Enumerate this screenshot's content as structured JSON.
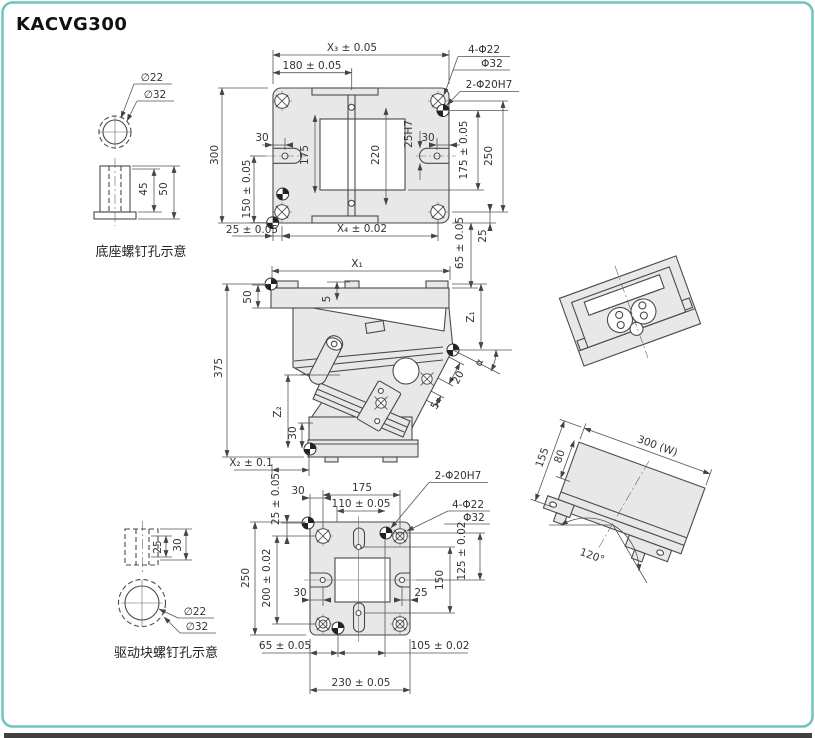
{
  "title": "KACVG300",
  "base_hole_detail": {
    "d22": "∅22",
    "d32": "∅32",
    "h45": "45",
    "h50": "50",
    "caption": "底座螺钉孔示意"
  },
  "top": {
    "x3": "X₃ ± 0.05",
    "w180": "180 ± 0.05",
    "c4": "4-Φ22",
    "c4b": "Φ32",
    "c2": "2-Φ20H7",
    "s30l": "30",
    "ih": "175",
    "iw": "220",
    "sr": "25H7",
    "s30r": "30",
    "r175": "175 ± 0.05",
    "r250": "250",
    "l150": "150 ± 0.05",
    "l300": "300",
    "b25": "25 ± 0.05",
    "x4": "X₄ ± 0.02",
    "e65": "65 ± 0.05",
    "e25": "25"
  },
  "front": {
    "x1": "X₁",
    "h50": "50",
    "g5": "5",
    "h375": "375",
    "z1": "Z₁",
    "a": "α",
    "f20": "20",
    "f5": "5",
    "z2": "Z₂",
    "b30": "30",
    "x2": "X₂ ± 0.1"
  },
  "bottom": {
    "v25": "25 ± 0.05",
    "t30": "30",
    "t175": "175",
    "t110": "110 ± 0.05",
    "c2": "2-Φ20H7",
    "c4": "4-Φ22",
    "c4b": "Φ32",
    "l250": "250",
    "l200": "200 ± 0.02",
    "m30": "30",
    "r150": "150",
    "r125": "125 ± 0.02",
    "m25": "25",
    "b65": "65 ± 0.05",
    "b105": "105 ± 0.02",
    "b230": "230 ± 0.05"
  },
  "drive_hole_detail": {
    "d25": "25",
    "d30": "30",
    "d22": "∅22",
    "d32": "∅32",
    "caption": "驱动块螺钉孔示意"
  },
  "side": {
    "w155": "155",
    "w80": "80",
    "w300": "300 (W)",
    "ang": "120°"
  }
}
